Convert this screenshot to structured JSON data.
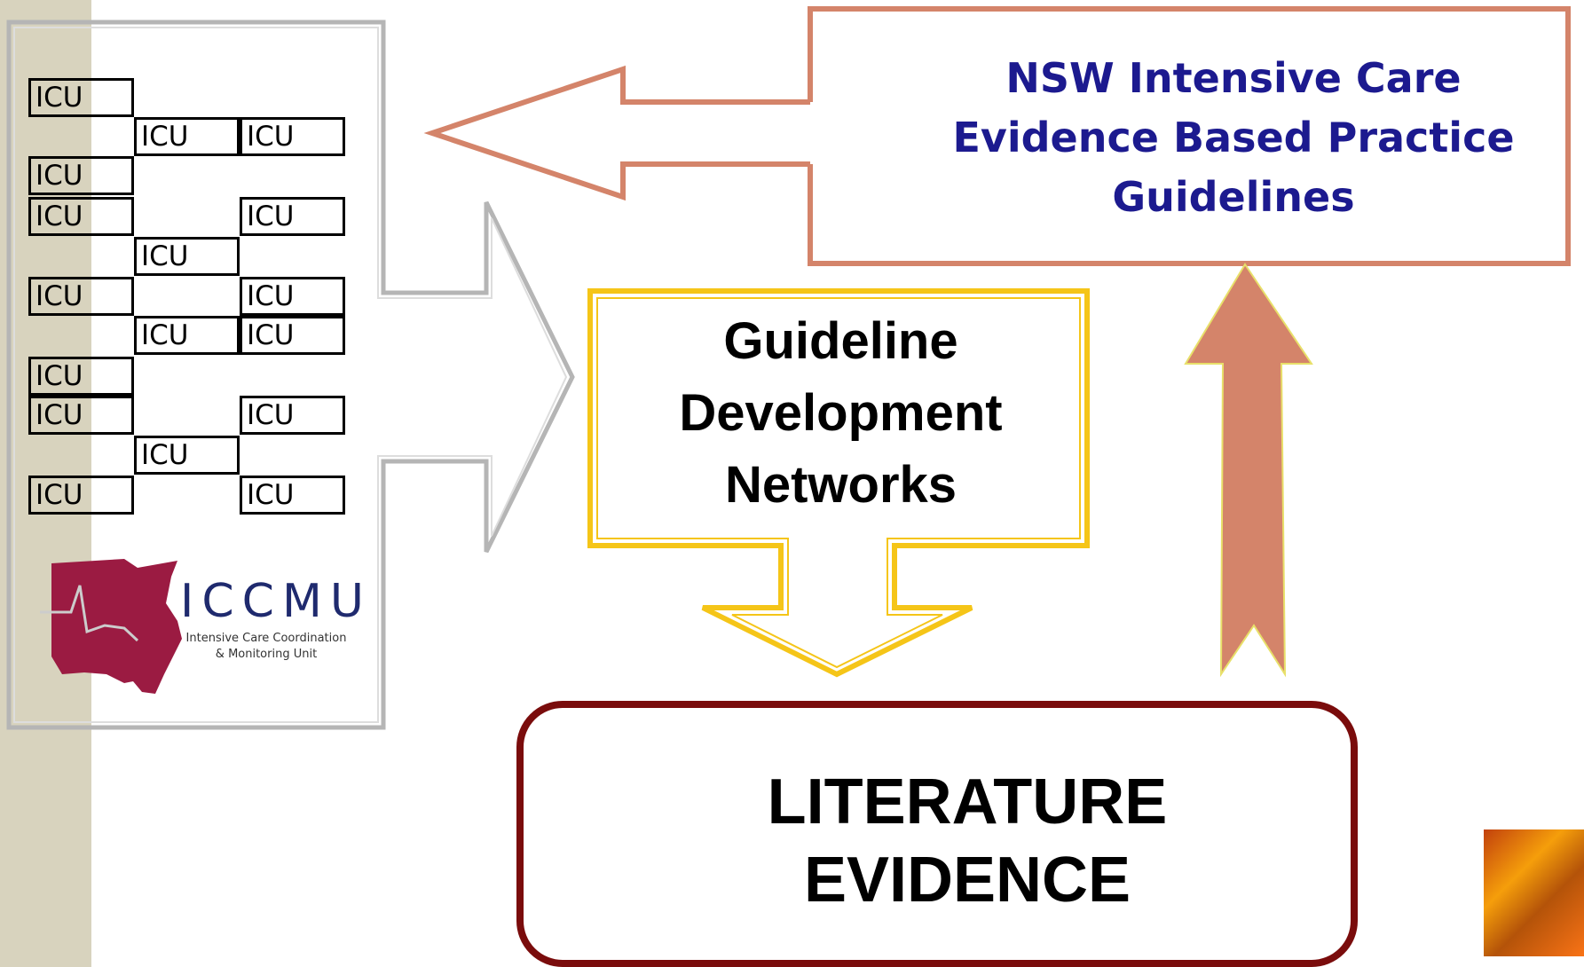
{
  "icu_label": "ICU",
  "icu_grid": {
    "col1_rows": [
      0,
      2,
      3,
      5,
      7,
      8,
      10
    ],
    "col2_rows": [
      1,
      4,
      6,
      9
    ],
    "col3_rows": [
      1,
      3,
      5,
      6,
      8,
      10
    ]
  },
  "logo": {
    "name": "ICCMU",
    "subtitle_line1": "Intensive Care Coordination",
    "subtitle_line2": "& Monitoring Unit"
  },
  "nsw_box": {
    "line1": "NSW Intensive Care",
    "line2": "Evidence Based Practice",
    "line3": "Guidelines"
  },
  "gdn_box": {
    "line1": "Guideline",
    "line2": "Development",
    "line3": "Networks"
  },
  "literature_box": {
    "line1": "LITERATURE",
    "line2": "EVIDENCE"
  },
  "colors": {
    "side_band": "#d8d3be",
    "nsw_border": "#d4846a",
    "nsw_text": "#1c1a8f",
    "gdn_border": "#f5c518",
    "literature_border": "#7a0c0c",
    "up_arrow_fill": "#d4846a",
    "gray_arrow": "#b5b5b5"
  }
}
